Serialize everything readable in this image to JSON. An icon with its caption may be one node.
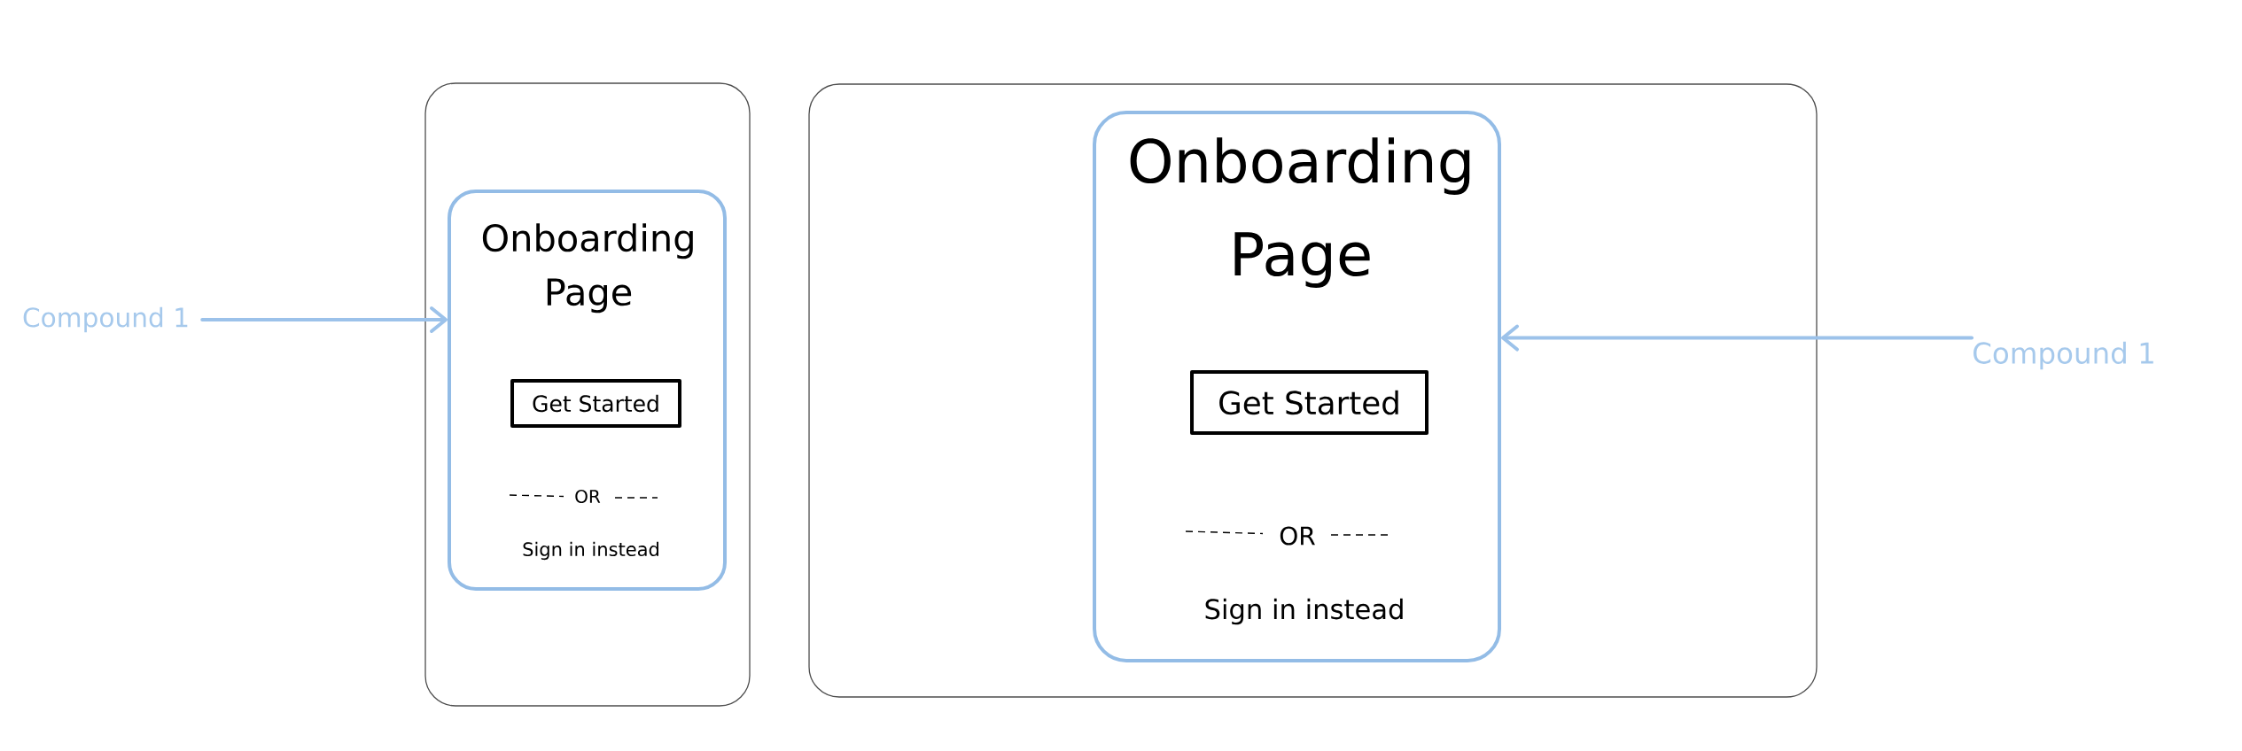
{
  "diagram": {
    "nodes": [
      {
        "text": [
          "Compound 1"
        ]
      },
      {
        "text": [],
        "shape": "box"
      },
      {
        "text": [
          "Onboarding Page",
          "OR",
          "Sign in instead"
        ],
        "in": 1
      },
      {
        "text": [
          "Get Started"
        ],
        "in": 2
      },
      {
        "text": [],
        "shape": "box"
      },
      {
        "text": [
          "Onboarding Page",
          "OR",
          "Sign in instead"
        ],
        "in": 4
      },
      {
        "text": [
          "Get Started"
        ],
        "in": 5
      },
      {
        "text": [
          "Compound 1"
        ]
      }
    ],
    "edges": [
      {
        "from": 0,
        "to": 2,
        "arrow": "to"
      },
      {
        "from": 7,
        "to": 5,
        "arrow": "to"
      }
    ]
  }
}
